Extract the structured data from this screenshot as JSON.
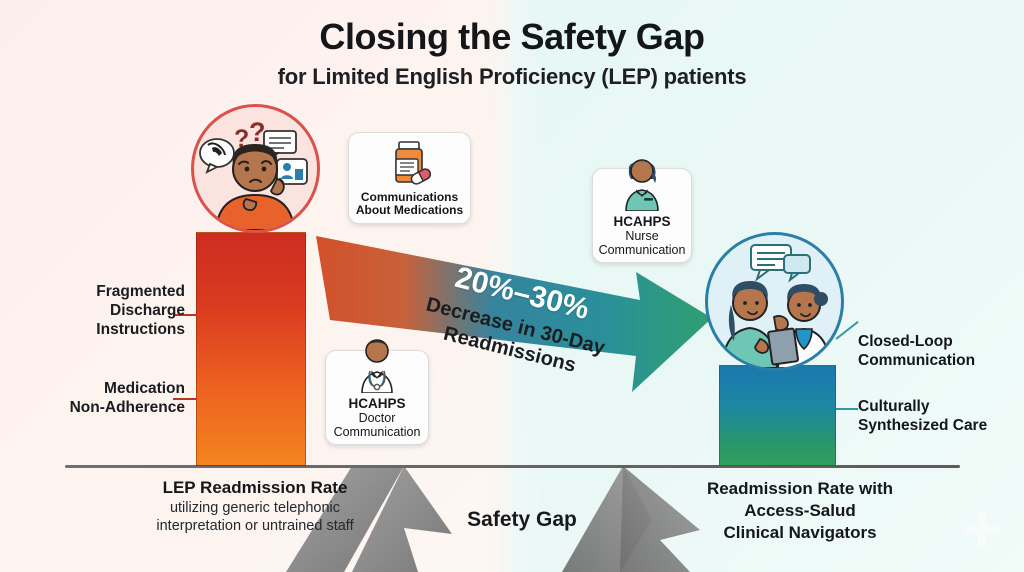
{
  "header": {
    "title": "Closing the Safety Gap",
    "subtitle": "for Limited English Proficiency (LEP) patients"
  },
  "colors": {
    "bar_left_top": "#cc2d20",
    "bar_left_bottom": "#f5841f",
    "bar_right_top": "#1a79ad",
    "bar_right_bottom": "#2fa05c",
    "bg_left": "#fdeeee",
    "bg_right": "#e6f7f4",
    "arrow_start": "#d2502a",
    "arrow_end": "#2a9d6e",
    "gap_arrow": "#8a8a8a"
  },
  "left_panel": {
    "callouts": [
      {
        "label": "Fragmented\nDischarge\nInstructions"
      },
      {
        "label": "Medication\nNon-Adherence"
      }
    ],
    "caption_title": "LEP Readmission Rate",
    "caption_sub_line1": "utilizing generic telephonic",
    "caption_sub_line2": "interpretation or untrained staff",
    "illustration_name": "confused-lep-patient-illustration"
  },
  "right_panel": {
    "callouts": [
      {
        "label": "Closed-Loop\nCommunication"
      },
      {
        "label": "Culturally\nSynthesized Care"
      }
    ],
    "caption_title_line1": "Readmission Rate with",
    "caption_title_line2": "Access-Salud",
    "caption_title_line3": "Clinical Navigators",
    "illustration_name": "patient-clinician-communication-illustration"
  },
  "arrow": {
    "headline": "20%–30%",
    "sub_line1": "Decrease in 30-Day",
    "sub_line2": "Readmissions"
  },
  "gap": {
    "label": "Safety Gap"
  },
  "cards": [
    {
      "id": "communications-about-medications",
      "icon": "pill-bottle-icon",
      "line1": "Communications",
      "line2": "About Medications"
    },
    {
      "id": "hcahps-doctor-communication",
      "icon": "doctor-icon",
      "line1": "HCAHPS",
      "line2": "Doctor",
      "line3": "Communication"
    },
    {
      "id": "hcahps-nurse-communication",
      "icon": "nurse-icon",
      "line1": "HCAHPS",
      "line2": "Nurse",
      "line3": "Communication"
    }
  ],
  "chart_data": {
    "type": "bar",
    "title": "Closing the Safety Gap",
    "subtitle": "for Limited English Proficiency (LEP) patients",
    "categories": [
      "LEP Readmission Rate",
      "Readmission Rate with Access-Salud Clinical Navigators"
    ],
    "values": [
      100,
      43
    ],
    "value_units": "relative index (baseline = 100)",
    "annotation": "20%–30% Decrease in 30-Day Readmissions",
    "xlabel": "",
    "ylabel": "",
    "grid": false,
    "legend": "none"
  }
}
